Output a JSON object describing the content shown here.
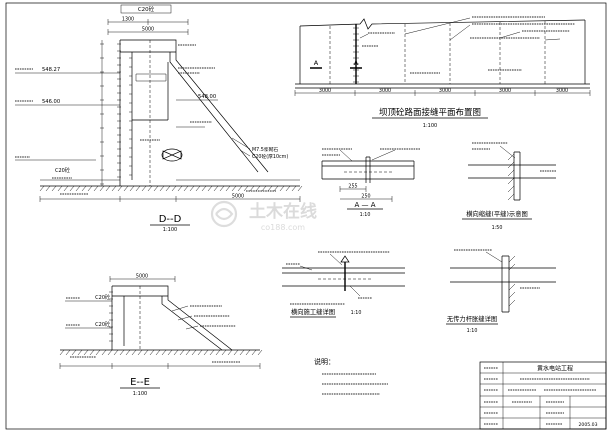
{
  "section_dd": {
    "title": "D--D",
    "scale": "1:100",
    "top_label": "C20砼",
    "dim_top_1": "1300",
    "dim_top_2": "5000",
    "elev_left_1": "548.27",
    "elev_left_2": "546.00",
    "elev_right_1": "548.00",
    "material_left": "C20砼",
    "slope_label_1": "M7.5浆砌石",
    "slope_label_2": "C20砼(厚10cm)",
    "dim_bottom": "5000"
  },
  "plan_view": {
    "title": "坝顶砼路面接缝平面布置图",
    "scale": "1:100",
    "section_mark": "A",
    "dims": [
      "3000",
      "3000",
      "3000",
      "3000",
      "3000"
    ]
  },
  "detail_aa": {
    "title": "A — A",
    "scale": "1:10",
    "dim_1": "255",
    "dim_2": "250"
  },
  "detail_transverse_joint": {
    "title": "横向缩缝(平缝)示意图",
    "scale": "1:50"
  },
  "detail_construction_joint": {
    "title": "横向施工缝详图",
    "scale": "1:10"
  },
  "detail_expansion_joint": {
    "title": "无传力杆胀缝详图",
    "scale": "1:10"
  },
  "section_ee": {
    "title": "E--E",
    "scale": "1:100",
    "dim_top": "5000",
    "material_1": "C20砼",
    "material_2": "C20砼"
  },
  "notes": {
    "heading": "说明："
  },
  "title_block": {
    "project": "黄水电站工程",
    "date": "2005.03"
  },
  "watermark": {
    "name": "土木在线",
    "site": "co188.com"
  }
}
